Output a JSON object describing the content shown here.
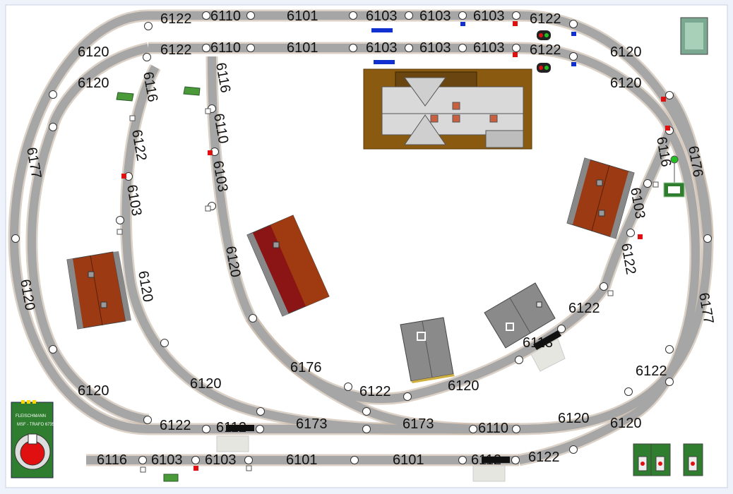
{
  "colors": {
    "background": "#eef2fb",
    "canvas": "#ffffff",
    "track": "#a6a6a6",
    "roof_brown": "#9c3a14",
    "roof_red": "#8b1414",
    "roof_gray": "#8a8a8a",
    "station_base": "#8a5a10",
    "signal_green": "#2a8a2a",
    "power_green": "#2f7d2f",
    "marker_red": "#e01010",
    "marker_blue": "#1030d0"
  },
  "track_labels": [
    {
      "id": "t1",
      "text": "6122"
    },
    {
      "id": "t2",
      "text": "6110"
    },
    {
      "id": "t3",
      "text": "6101"
    },
    {
      "id": "t4",
      "text": "6103"
    },
    {
      "id": "t5",
      "text": "6103"
    },
    {
      "id": "t6",
      "text": "6103"
    },
    {
      "id": "t7",
      "text": "6122"
    },
    {
      "id": "t8",
      "text": "6120"
    },
    {
      "id": "t9",
      "text": "6122"
    },
    {
      "id": "t10",
      "text": "6110"
    },
    {
      "id": "t11",
      "text": "6101"
    },
    {
      "id": "t12",
      "text": "6103"
    },
    {
      "id": "t13",
      "text": "6103"
    },
    {
      "id": "t14",
      "text": "6103"
    },
    {
      "id": "t15",
      "text": "6122"
    },
    {
      "id": "t16",
      "text": "6120"
    },
    {
      "id": "t17",
      "text": "6120"
    },
    {
      "id": "t18",
      "text": "6120"
    },
    {
      "id": "t19",
      "text": "6116"
    },
    {
      "id": "t20",
      "text": "6122"
    },
    {
      "id": "t21",
      "text": "6103"
    },
    {
      "id": "t22",
      "text": "6116"
    },
    {
      "id": "t23",
      "text": "6110"
    },
    {
      "id": "t24",
      "text": "6103"
    },
    {
      "id": "t25",
      "text": "6177"
    },
    {
      "id": "t26",
      "text": "6120"
    },
    {
      "id": "t27",
      "text": "6120"
    },
    {
      "id": "t28",
      "text": "6120"
    },
    {
      "id": "t29",
      "text": "6176"
    },
    {
      "id": "t30",
      "text": "6116"
    },
    {
      "id": "t31",
      "text": "6103"
    },
    {
      "id": "t32",
      "text": "6122"
    },
    {
      "id": "t33",
      "text": "6122"
    },
    {
      "id": "t34",
      "text": "6113"
    },
    {
      "id": "t35",
      "text": "6177"
    },
    {
      "id": "t36",
      "text": "6122"
    },
    {
      "id": "t37",
      "text": "6120"
    },
    {
      "id": "t38",
      "text": "6120"
    },
    {
      "id": "t39",
      "text": "6176"
    },
    {
      "id": "t40",
      "text": "6122"
    },
    {
      "id": "t41",
      "text": "6120"
    },
    {
      "id": "t42",
      "text": "6120"
    },
    {
      "id": "t43",
      "text": "6122"
    },
    {
      "id": "t44",
      "text": "6112"
    },
    {
      "id": "t45",
      "text": "6173"
    },
    {
      "id": "t46",
      "text": "6173"
    },
    {
      "id": "t47",
      "text": "6110"
    },
    {
      "id": "t48",
      "text": "6120"
    },
    {
      "id": "t49",
      "text": "6120"
    },
    {
      "id": "t50",
      "text": "6116"
    },
    {
      "id": "t51",
      "text": "6103"
    },
    {
      "id": "t52",
      "text": "6103"
    },
    {
      "id": "t53",
      "text": "6101"
    },
    {
      "id": "t54",
      "text": "6101"
    },
    {
      "id": "t55",
      "text": "6112"
    },
    {
      "id": "t56",
      "text": "6122"
    }
  ],
  "power_unit": {
    "brand": "FLEISCHMANN",
    "model": "MSF - TRAFO 6735"
  }
}
